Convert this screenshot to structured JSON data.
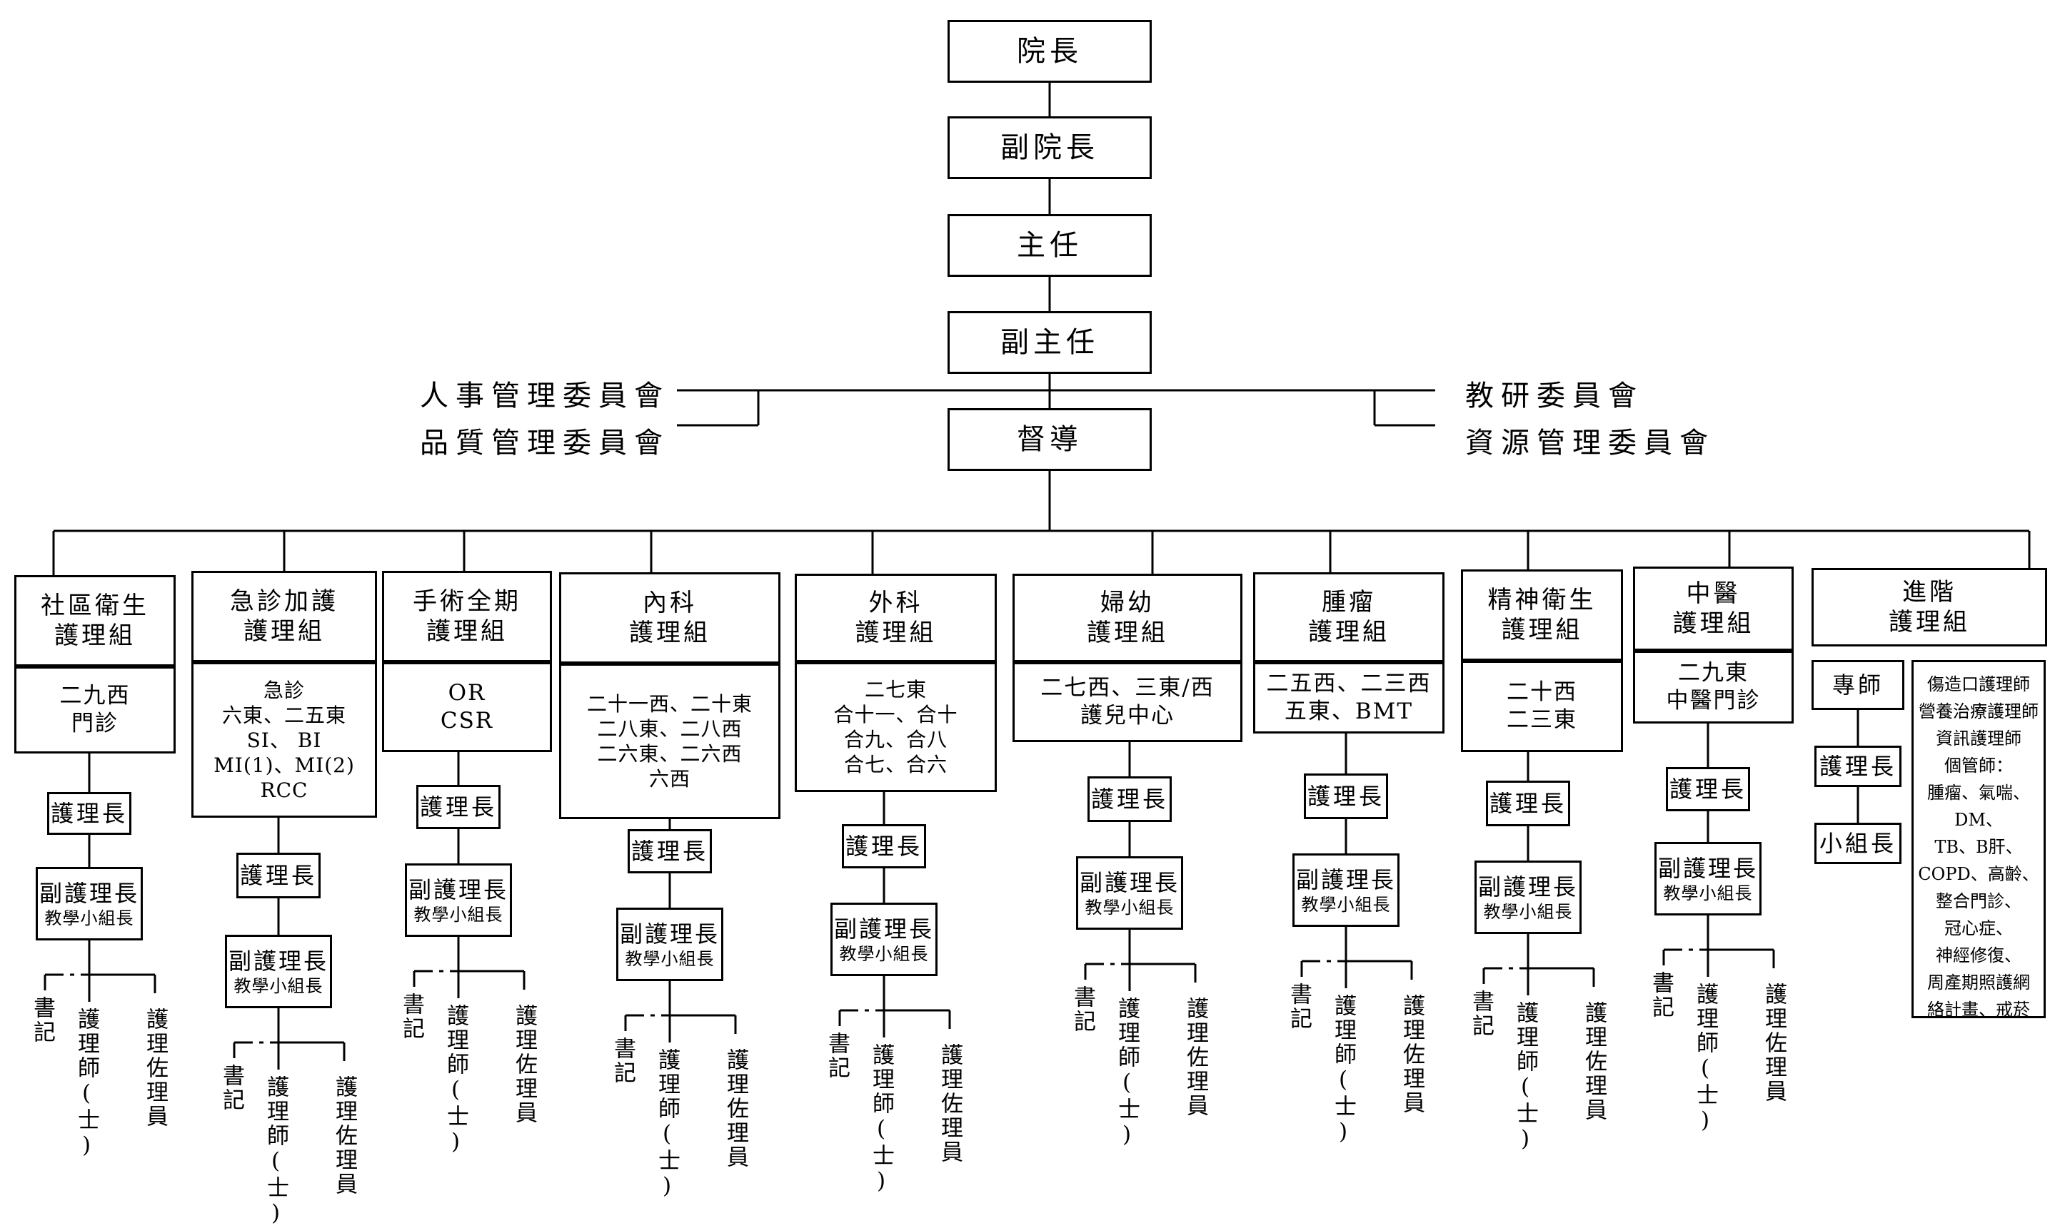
{
  "top": {
    "dean": "院長",
    "vice_dean": "副院長",
    "director": "主任",
    "vice_director": "副主任",
    "supervisor": "督導"
  },
  "committees": {
    "personnel": "人事管理委員會",
    "quality": "品質管理委員會",
    "teaching_research": "教研委員會",
    "resources": "資源管理委員會"
  },
  "roles": {
    "head_nurse": "護理長",
    "vice_head_nurse": "副護理長",
    "teaching_leader": "教學小組長",
    "secretary": "書記",
    "nurse": "護理師(士)",
    "nursing_assistant": "護理佐理員"
  },
  "groups": [
    {
      "title_lines": [
        "社區衛生",
        "護理組"
      ],
      "unit_lines": [
        "二九西",
        "門診"
      ]
    },
    {
      "title_lines": [
        "急診加護",
        "護理組"
      ],
      "unit_lines": [
        "急診",
        "六東、二五東",
        "SI、 BI",
        "MI(1)、MI(2)",
        "RCC"
      ]
    },
    {
      "title_lines": [
        "手術全期",
        "護理組"
      ],
      "unit_lines": [
        "OR",
        "CSR"
      ]
    },
    {
      "title_lines": [
        "內科",
        "護理組"
      ],
      "unit_lines": [
        "二十一西、二十東",
        "二八東、二八西",
        "二六東、二六西",
        "六西"
      ]
    },
    {
      "title_lines": [
        "外科",
        "護理組"
      ],
      "unit_lines": [
        "二七東",
        "合十一、合十",
        "合九、合八",
        "合七、合六"
      ]
    },
    {
      "title_lines": [
        "婦幼",
        "護理組"
      ],
      "unit_lines": [
        "二七西、三東/西",
        "護兒中心"
      ]
    },
    {
      "title_lines": [
        "腫瘤",
        "護理組"
      ],
      "unit_lines": [
        "二五西、二三西",
        "五東、BMT"
      ]
    },
    {
      "title_lines": [
        "精神衛生",
        "護理組"
      ],
      "unit_lines": [
        "二十西",
        "二三東"
      ]
    },
    {
      "title_lines": [
        "中醫",
        "護理組"
      ],
      "unit_lines": [
        "二九東",
        "中醫門診"
      ]
    },
    {
      "title_lines": [
        "進階",
        "護理組"
      ],
      "unit_lines": []
    }
  ],
  "advanced": {
    "specialist": "專師",
    "head_nurse": "護理長",
    "team_leader": "小組長",
    "list_lines": [
      "傷造口護理師",
      "營養治療護理師",
      "資訊護理師",
      "個管師：",
      "腫瘤、氣喘、",
      "DM、",
      "TB、B肝、",
      "COPD、高齡、",
      "整合門診、",
      "冠心症、",
      "神經修復、",
      "周產期照護網",
      "絡計畫、戒菸"
    ]
  }
}
